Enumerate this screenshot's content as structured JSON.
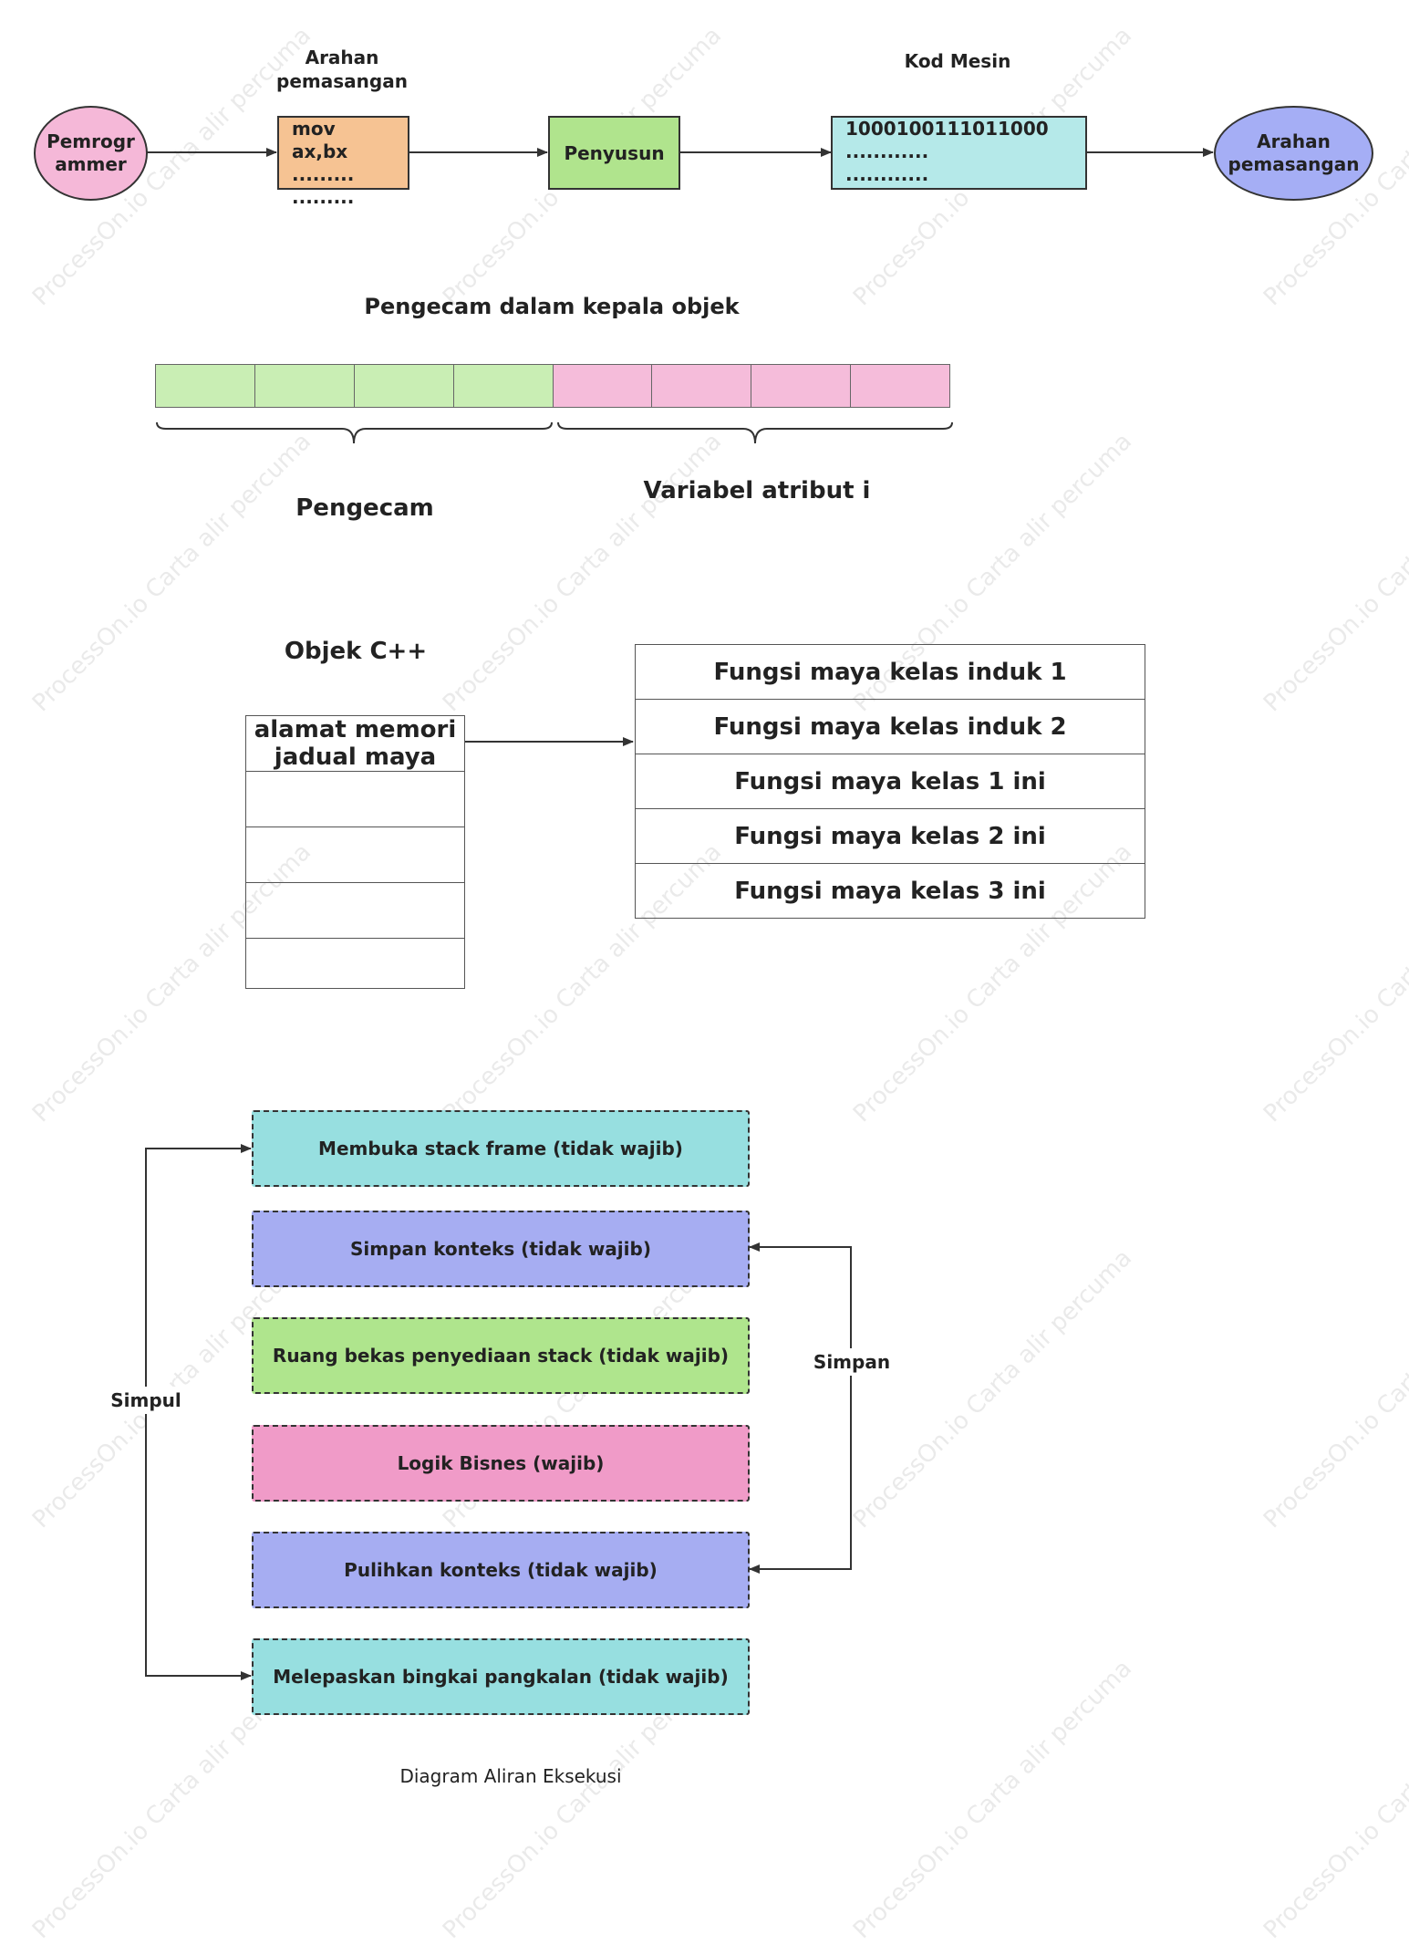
{
  "colors": {
    "pink": "#f5b8d8",
    "orange": "#f6c393",
    "green": "#b0e48d",
    "cyan": "#b5e9e9",
    "purple": "#a5aef5",
    "cell_green": "#c9eeb4",
    "cell_pink": "#f5bcda",
    "teal_box": "#97dfe0",
    "violet_box": "#a6adf2",
    "lime_box": "#afe58d",
    "magenta_box": "#f09bc8",
    "watermark": "#d7d7d7"
  },
  "watermark": "ProcessOn.io Carta alir percuma",
  "compile_flow": {
    "programmer": "Pemrogr\nammer",
    "assembly_label": "Arahan\npemasangan",
    "assembly_code": [
      "mov ax,bx",
      ".........",
      "........."
    ],
    "assembler": "Penyusun",
    "machine_label": "Kod Mesin",
    "machine_code": [
      "1000100111011000",
      "............",
      "............"
    ],
    "target": "Arahan\npemasangan"
  },
  "object_header": {
    "title": "Pengecam dalam kepala objek",
    "identifier_label": "Pengecam",
    "attribute_label": "Variabel atribut i"
  },
  "cpp_object": {
    "title": "Objek C++",
    "vptr_cell": "alamat memori jadual maya",
    "vtable": [
      "Fungsi maya kelas induk 1",
      "Fungsi maya kelas induk 2",
      "Fungsi maya kelas 1 ini",
      "Fungsi maya kelas 2 ini",
      "Fungsi maya kelas 3 ini"
    ]
  },
  "execution_flow": {
    "steps": [
      "Membuka stack frame (tidak wajib)",
      "Simpan konteks (tidak wajib)",
      "Ruang bekas penyediaan stack (tidak wajib)",
      "Logik Bisnes (wajib)",
      "Pulihkan konteks (tidak wajib)",
      "Melepaskan bingkai pangkalan (tidak wajib)"
    ],
    "left_label": "Simpul",
    "right_label": "Simpan",
    "caption": "Diagram Aliran Eksekusi"
  }
}
